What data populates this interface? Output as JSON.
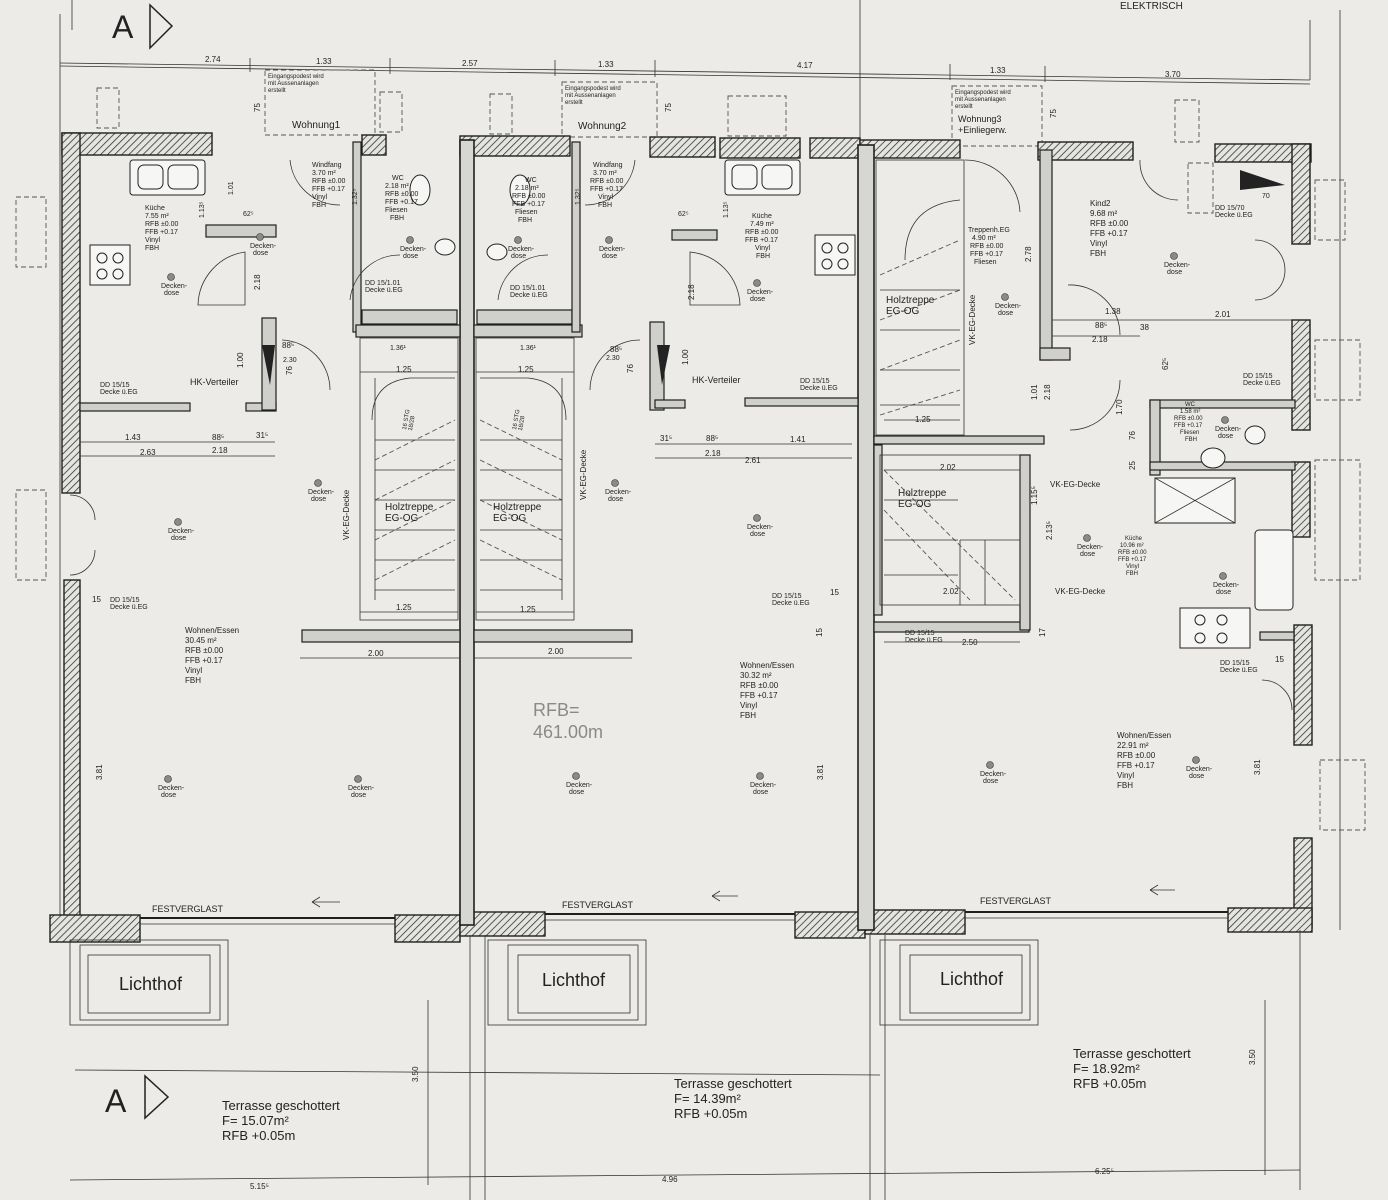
{
  "sheet": {
    "top_label": "ELEKTRISCH",
    "section_marker": "A",
    "rfb_note": "RFB=\n461.00m"
  },
  "dims": {
    "top_row": [
      "2.74",
      "1.33",
      "2.57",
      "1.33",
      "4.17",
      "1.33",
      "3.70"
    ],
    "bottom_row": [
      "5.15⁵",
      "4.96",
      "6.25⁵"
    ],
    "misc": [
      "75",
      "75",
      "75",
      "1.43",
      "88⁵",
      "31⁵",
      "2.63",
      "2.18",
      "31⁵",
      "88⁵",
      "1.41",
      "2.18",
      "2.61",
      "2.00",
      "2.00",
      "1.25",
      "1.25",
      "1.25",
      "1.25",
      "1.36¹",
      "1.36¹",
      "2.30",
      "2.30",
      "3.81",
      "3.81",
      "3.81",
      "3.50",
      "3.50",
      "2.02",
      "2.02",
      "2.50",
      "2.01",
      "1.38",
      "88⁵",
      "38",
      "2.18",
      "1.01",
      "2.18",
      "2.78",
      "1.70",
      "76",
      "25",
      "62⁵",
      "70",
      "1.15⁵",
      "2.13⁵",
      "15",
      "15",
      "15",
      "15",
      "17",
      "1.00",
      "1.00",
      "76",
      "76",
      "88⁵",
      "88⁵",
      "2.18",
      "2.18",
      "1.13⁵",
      "1.13⁵",
      "1.01",
      "1.32⁵",
      "1.32⁵",
      "62⁵",
      "62⁵",
      "1.25"
    ]
  },
  "annotations": {
    "eingangspodest": "Eingangspodest wird\nmit Aussenanlagen\nerstellt",
    "hk_verteiler": "HK-Verteiler",
    "vk_eg_decke": "VK-EG-Decke",
    "holztreppe": "Holztreppe\nEG-OG",
    "dd_15_15": "DD 15/15\nDecke ü.EG",
    "dd_15_01": "DD 15/1.01\nDecke ü.EG",
    "dd_15_70": "DD 15/70\nDecke ü.EG",
    "deckendose": "Decken-\ndose",
    "festverglast": "FESTVERGLAST",
    "lichthof": "Lichthof",
    "stg": "16 STG\n18/28"
  },
  "units": [
    {
      "name": "Wohnung1"
    },
    {
      "name": "Wohnung2"
    },
    {
      "name": "Wohnung3\n+Einliegerw."
    }
  ],
  "rooms": [
    {
      "id": "kueche1",
      "text": "Küche\n7.55 m²\nRFB ±0.00\nFFB +0.17\nVinyl\nFBH"
    },
    {
      "id": "windfang1",
      "text": "Windfang\n3.70 m²\nRFB ±0.00\nFFB +0.17\nVinyl\nFBH"
    },
    {
      "id": "wc1",
      "text": "WC\n2.18 m²\nRFB ±0.00\nFFB +0.17\nFliesen\nFBH"
    },
    {
      "id": "wc2",
      "text": "WC\n2.18 m²\nRFB ±0.00\nFFB +0.17\nFliesen\nFBH"
    },
    {
      "id": "windfang2",
      "text": "Windfang\n3.70 m²\nRFB ±0.00\nFFB +0.17\nVinyl\nFBH"
    },
    {
      "id": "kueche2",
      "text": "Küche\n7.49 m²\nRFB ±0.00\nFFB +0.17\nVinyl\nFBH"
    },
    {
      "id": "treppenh3",
      "text": "Treppenh.EG\n4.90 m²\nRFB ±0.00\nFFB +0.17\nFliesen"
    },
    {
      "id": "kind2",
      "text": "Kind2\n9.68 m²\nRFB ±0.00\nFFB +0.17\nVinyl\nFBH"
    },
    {
      "id": "wc3",
      "text": "WC\n1.58 m²\nRFB ±0.00\nFFB +0.17\nFliesen\nFBH"
    },
    {
      "id": "kueche3",
      "text": "Küche\n10.96 m²\nRFB ±0.00\nFFB +0.17\nVinyl\nFBH"
    },
    {
      "id": "wohnen1",
      "text": "Wohnen/Essen\n30.45 m²\nRFB ±0.00\nFFB +0.17\nVinyl\nFBH"
    },
    {
      "id": "wohnen2",
      "text": "Wohnen/Essen\n30.32 m²\nRFB ±0.00\nFFB +0.17\nVinyl\nFBH"
    },
    {
      "id": "wohnen3",
      "text": "Wohnen/Essen\n22.91 m²\nRFB ±0.00\nFFB +0.17\nVinyl\nFBH"
    }
  ],
  "terraces": [
    {
      "text": "Terrasse geschottert\nF= 15.07m²\nRFB +0.05m"
    },
    {
      "text": "Terrasse geschottert\nF= 14.39m²\nRFB +0.05m"
    },
    {
      "text": "Terrasse geschottert\nF= 18.92m²\nRFB +0.05m"
    }
  ]
}
